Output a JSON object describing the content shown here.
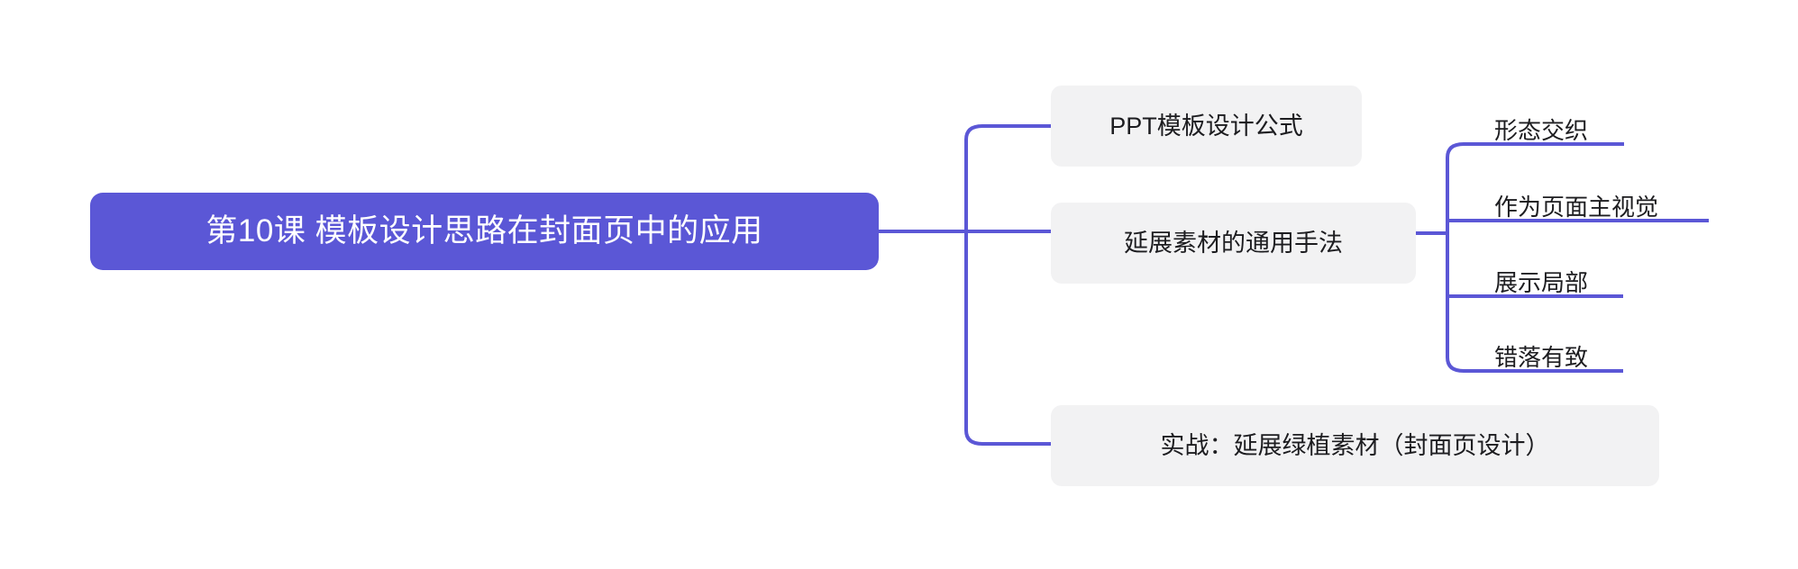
{
  "diagram": {
    "type": "mind-map",
    "orientation": "left-to-right",
    "background_color": "#FFFFFF",
    "accent_color": "#5B57D6",
    "node_fill_color": "#F2F2F3",
    "root_text_color": "#FFFFFF",
    "node_text_color": "#1D1D20"
  },
  "root": {
    "label": "第10课 模板设计思路在封面页中的应用"
  },
  "branches": [
    {
      "id": "formula",
      "label": "PPT模板设计公式",
      "children": []
    },
    {
      "id": "method",
      "label": "延展素材的通用手法",
      "children": [
        {
          "id": "interweave",
          "label": "形态交织"
        },
        {
          "id": "mainvisual",
          "label": "作为页面主视觉"
        },
        {
          "id": "partial",
          "label": "展示局部"
        },
        {
          "id": "scattered",
          "label": "错落有致"
        }
      ]
    },
    {
      "id": "practice",
      "label": "实战：延展绿植素材（封面页设计）",
      "children": []
    }
  ]
}
